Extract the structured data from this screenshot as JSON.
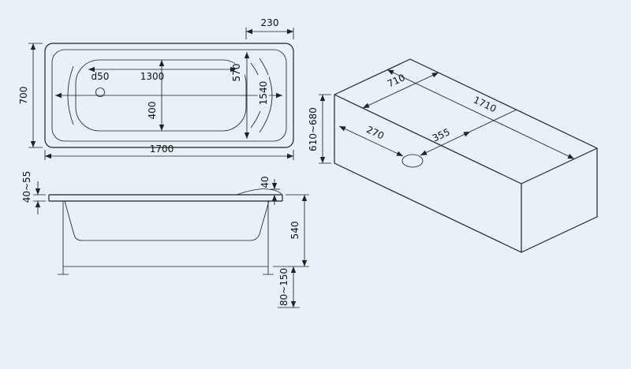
{
  "colors": {
    "background": "#e8f0f8",
    "line": "#222222",
    "text": "#111111"
  },
  "views": {
    "top": {
      "dims": {
        "headrest_length": "230",
        "overall_width": "700",
        "overall_length": "1700",
        "bottom_length": "1300",
        "bottom_width": "400",
        "inner_width_head": "570",
        "inner_length": "1540",
        "drain_diameter": "d50"
      }
    },
    "side": {
      "dims": {
        "rim_edge": "40~55",
        "headrest_rise": "40",
        "body_height": "540",
        "leg_height": "80~150"
      }
    },
    "iso": {
      "dims": {
        "width": "710",
        "height_range": "610~680",
        "length": "1710",
        "drain_offset_end": "270",
        "drain_offset_side": "355"
      }
    }
  }
}
